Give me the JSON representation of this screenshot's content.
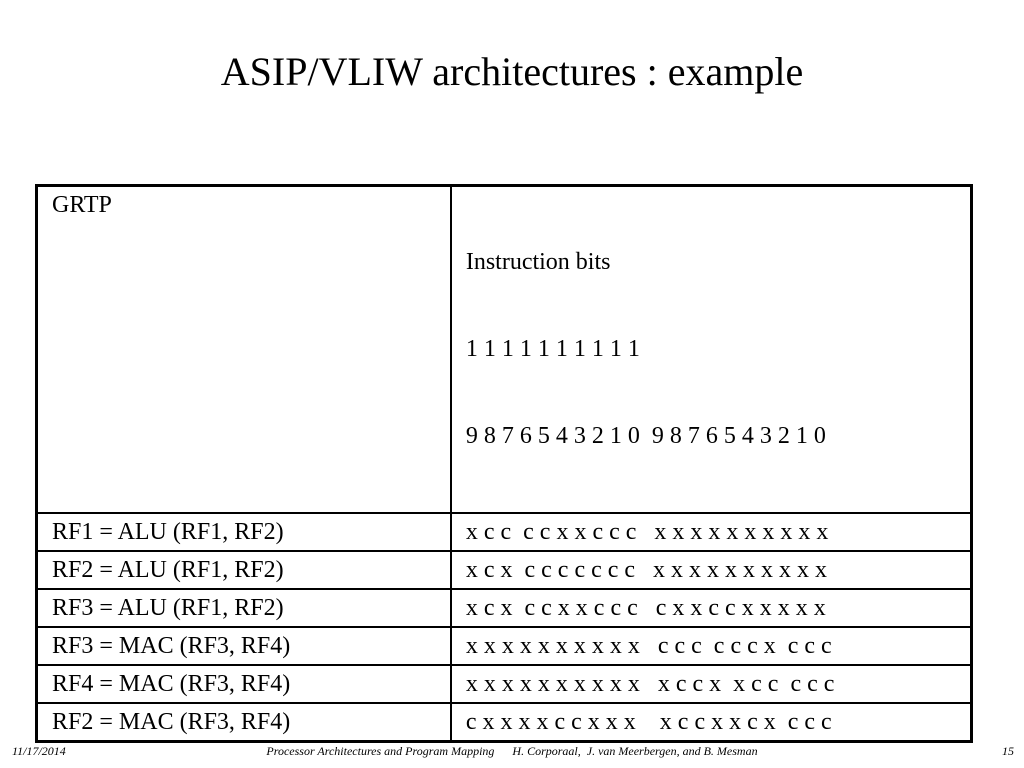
{
  "title": "ASIP/VLIW architectures : example",
  "table": {
    "header": {
      "col1": "GRTP",
      "col2_lines": [
        "Instruction bits",
        "1 1 1 1 1 1 1 1 1 1",
        "9 8 7 6 5 4 3 2 1 0  9 8 7 6 5 4 3 2 1 0"
      ]
    },
    "rows": [
      {
        "operation": "RF1 = ALU (RF1, RF2)",
        "bits": "x c c  c c x x c c c   x x x x x x x x x x"
      },
      {
        "operation": "RF2 = ALU (RF1, RF2)",
        "bits": "x c x  c c c c c c c   x x x x x x x x x x"
      },
      {
        "operation": "RF3 = ALU (RF1, RF2)",
        "bits": "x c x  c c x x c c c   c x x c c x x x x x"
      },
      {
        "operation": "RF3 = MAC (RF3, RF4)",
        "bits": "x x x x x x x x x x   c c c  c c c x  c c c"
      },
      {
        "operation": "RF4 = MAC (RF3, RF4)",
        "bits": "x x x x x x x x x x   x c c x  x c c  c c c"
      },
      {
        "operation": "RF2 = MAC (RF3, RF4)",
        "bits": "c x x x x c c x x x    x c c x x c x  c c c"
      }
    ]
  },
  "footer": {
    "date": "11/17/2014",
    "center": "Processor Architectures and Program Mapping      H. Corporaal,  J. van Meerbergen, and B. Mesman",
    "page": "15"
  }
}
